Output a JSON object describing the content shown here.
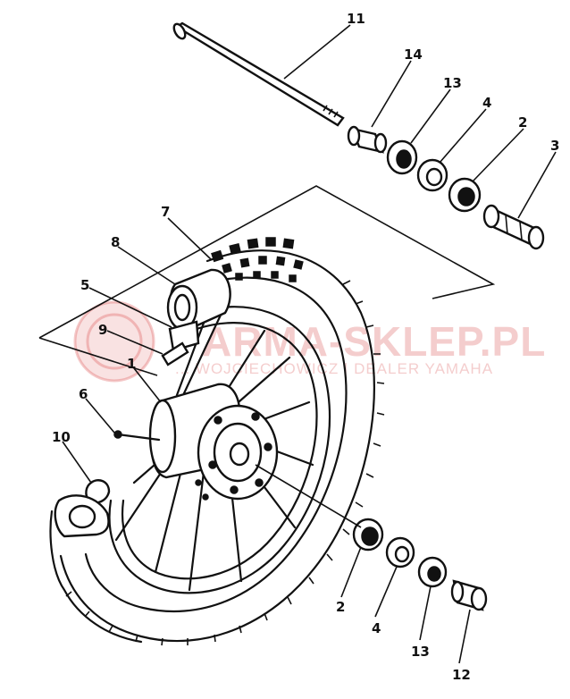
{
  "callouts": {
    "c1": "1",
    "c2a": "2",
    "c2b": "2",
    "c3": "3",
    "c4a": "4",
    "c4b": "4",
    "c5": "5",
    "c6": "6",
    "c7": "7",
    "c8": "8",
    "c9": "9",
    "c10": "10",
    "c11": "11",
    "c12": "12",
    "c13a": "13",
    "c13b": "13",
    "c14": "14"
  },
  "watermark": {
    "main": "ARMA-SKLEP.PL",
    "sub": "... WOJCIECHOWICZ | DEALER YAMAHA"
  }
}
